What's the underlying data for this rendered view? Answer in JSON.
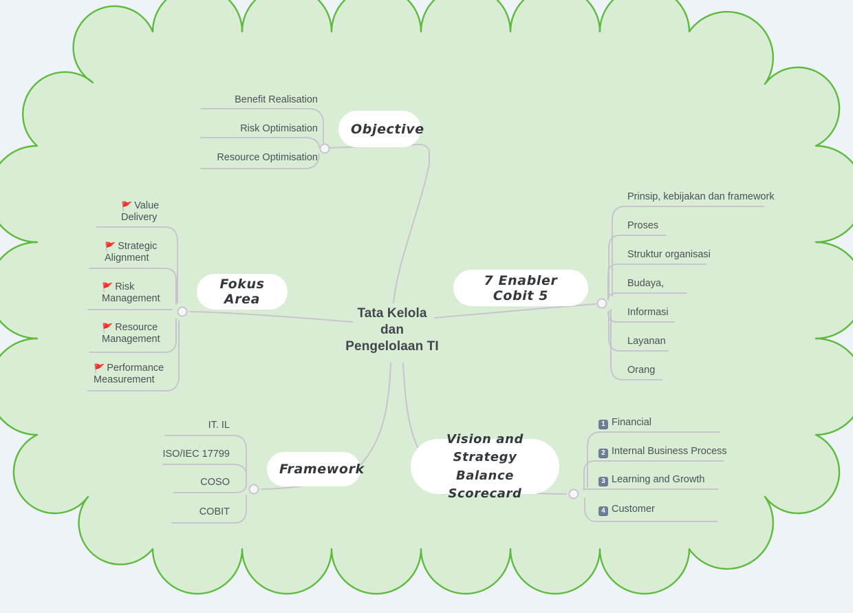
{
  "theme": {
    "background_color": "#eef3f7",
    "cloud_fill": "#d9ecd4",
    "cloud_stroke": "#5cbb3c",
    "connector_color": "#c7c4ce",
    "pill_fill": "#ffffff",
    "text_color": "#4b5158",
    "central_text_color": "#41464c",
    "badge_color": "#6d7f95"
  },
  "central": {
    "line1": "Tata Kelola",
    "line2": "dan",
    "line3": "Pengelolaan TI"
  },
  "branches": [
    {
      "id": "objective",
      "label": "Objective",
      "items": [
        {
          "text": "Benefit Realisation"
        },
        {
          "text": "Risk Optimisation"
        },
        {
          "text": "Resource Optimisation"
        }
      ]
    },
    {
      "id": "fokus-area",
      "label": "Fokus Area",
      "items": [
        {
          "icon": "flag-icon",
          "glyph": "🚩",
          "line1": "Value",
          "line2": "Delivery"
        },
        {
          "icon": "flag-icon",
          "glyph": "🚩",
          "line1": "Strategic",
          "line2": "Alignment"
        },
        {
          "icon": "flag-icon",
          "glyph": "🚩",
          "line1": "Risk",
          "line2": "Management"
        },
        {
          "icon": "flag-icon",
          "glyph": "🚩",
          "line1": "Resource",
          "line2": "Management"
        },
        {
          "icon": "flag-icon",
          "glyph": "🚩",
          "line1": "Performance",
          "line2": "Measurement"
        }
      ]
    },
    {
      "id": "framework",
      "label": "Framework",
      "items": [
        {
          "text": "IT. IL"
        },
        {
          "text": "ISO/IEC 17799"
        },
        {
          "text": "COSO"
        },
        {
          "text": "COBIT"
        }
      ]
    },
    {
      "id": "enabler-cobit-5",
      "label": "7 Enabler Cobit 5",
      "items": [
        {
          "text": "Prinsip, kebijakan dan framework"
        },
        {
          "text": "Proses"
        },
        {
          "text": "Struktur organisasi"
        },
        {
          "text": "Budaya,"
        },
        {
          "text": "Informasi"
        },
        {
          "text": "Layanan"
        },
        {
          "text": "Orang"
        }
      ]
    },
    {
      "id": "vision-and-strategy",
      "label_line1": "Vision and Strategy",
      "label_line2": "Balance Scorecard",
      "items": [
        {
          "number": "1",
          "text": "Financial"
        },
        {
          "number": "2",
          "text": "Internal Business Process"
        },
        {
          "number": "3",
          "text": "Learning and Growth"
        },
        {
          "number": "4",
          "text": "Customer"
        }
      ]
    }
  ]
}
